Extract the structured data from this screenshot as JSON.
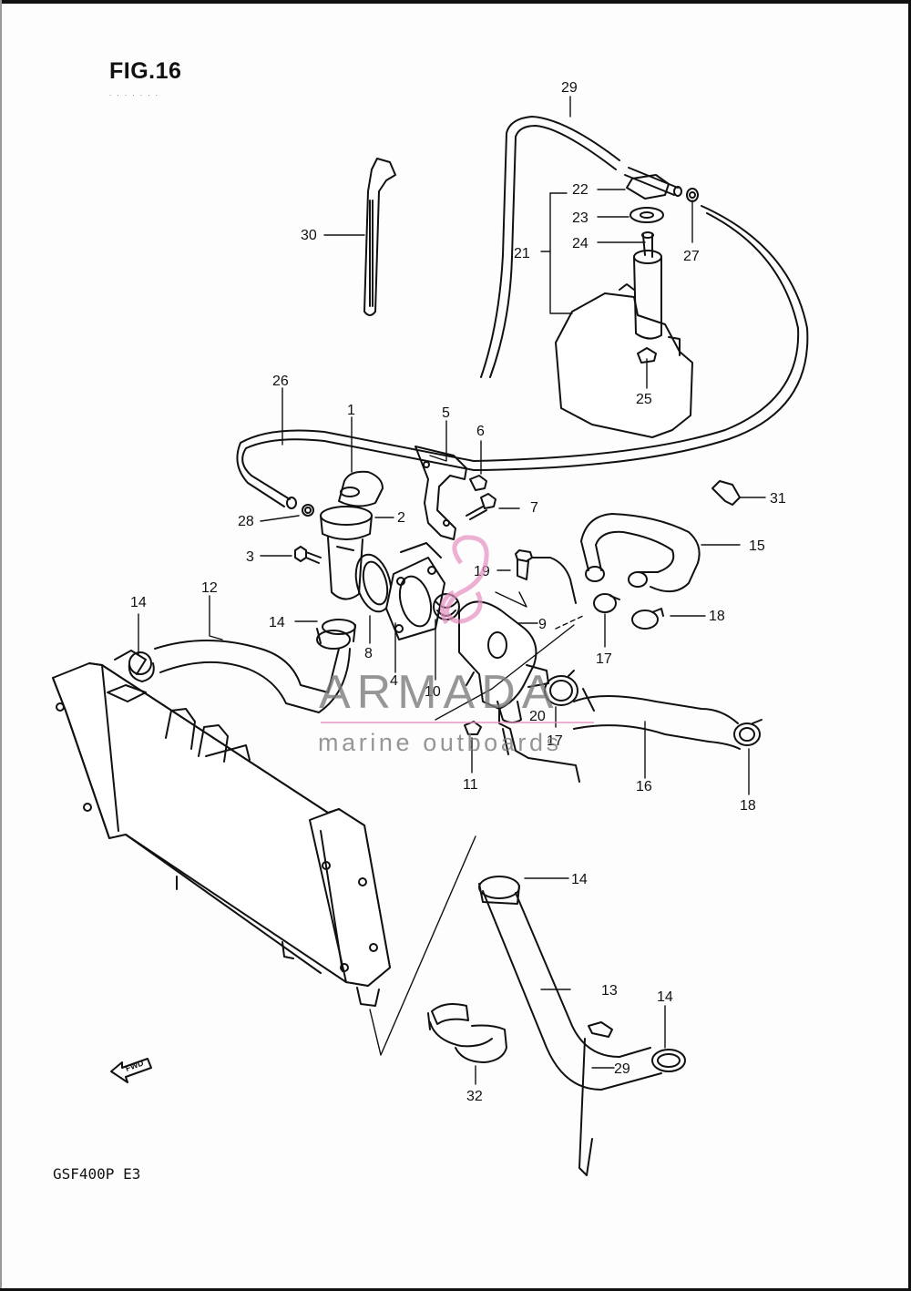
{
  "figure": {
    "title": "FIG.16",
    "subtitle": ". . . . . . ."
  },
  "model": "GSF400P  E3",
  "watermark": {
    "brand": "ARMADA",
    "tagline": "marine outboards",
    "accent_color": "#e58fc0"
  },
  "fwd_label": "FWD",
  "callouts": [
    "1",
    "2",
    "3",
    "4",
    "5",
    "6",
    "7",
    "8",
    "9",
    "10",
    "11",
    "12",
    "13",
    "14",
    "14",
    "14",
    "14",
    "15",
    "16",
    "17",
    "17",
    "18",
    "18",
    "19",
    "20",
    "21",
    "22",
    "23",
    "24",
    "25",
    "26",
    "27",
    "28",
    "29",
    "29",
    "30",
    "31",
    "32"
  ]
}
